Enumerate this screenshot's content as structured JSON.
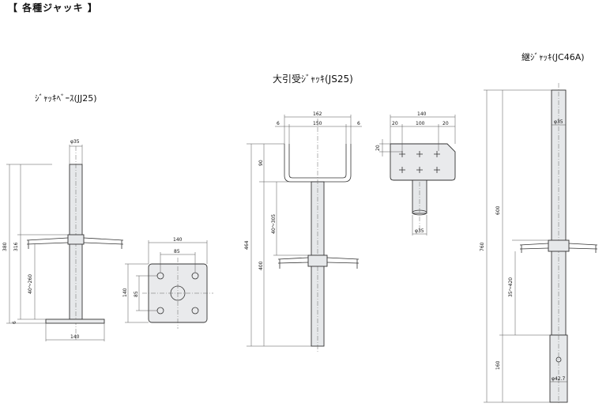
{
  "title": "【 各種ジャッキ 】",
  "products": {
    "jj25": {
      "name": "ｼﾞｬｯｷﾍﾞｰｽ(JJ25)"
    },
    "js25": {
      "name": "大引受ｼﾞｬｯｷ(JS25)"
    },
    "jc46a": {
      "name": "継ｼﾞｬｯｷ(JC46A)"
    }
  },
  "dims": {
    "jj25_dia": "φ35",
    "jj25_h380": "380",
    "jj25_h316": "316",
    "jj25_range": "40～260",
    "jj25_6": "6",
    "jj25_base": "140",
    "plate_w": "140",
    "plate_pitch": "85",
    "plate_h": "140",
    "plate_pitch_v": "85",
    "js25_162": "162",
    "js25_150": "150",
    "js25_6a": "6",
    "js25_6b": "6",
    "js25_90": "90",
    "js25_range": "40～305",
    "js25_464": "464",
    "js25_400": "400",
    "js25s_140": "140",
    "js25s_20a": "20",
    "js25s_100": "100",
    "js25s_20b": "20",
    "js25s_20v": "20",
    "js25s_dia": "φ35",
    "jc_dia": "φ35",
    "jc_600": "600",
    "jc_760": "760",
    "jc_range": "35～420",
    "jc_160": "160",
    "jc_dia2": "φ42.7"
  }
}
